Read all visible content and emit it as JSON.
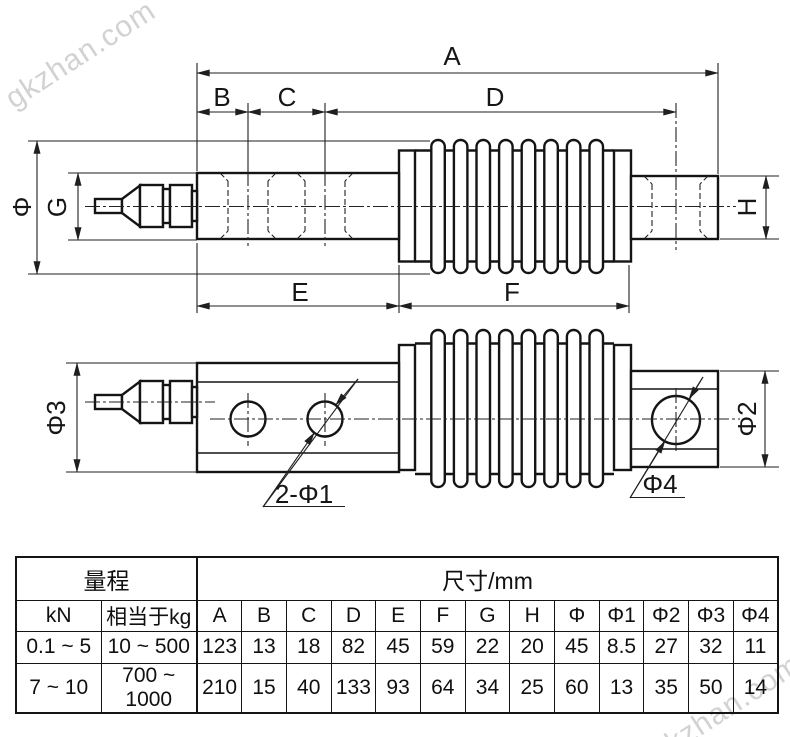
{
  "watermark": {
    "text": "gkzhan.com"
  },
  "drawing": {
    "side_view_labels": {
      "a": "A",
      "b": "B",
      "c": "C",
      "d": "D",
      "e": "E",
      "f": "F",
      "g": "G",
      "h": "H",
      "phi": "Φ"
    },
    "front_view_labels": {
      "phi3": "Φ3",
      "phi2": "Φ2",
      "phi4": "Φ4",
      "holes": "2-Φ1"
    }
  },
  "table": {
    "header": {
      "range": "量程",
      "size": "尺寸/mm"
    },
    "columns": [
      "kN",
      "相当于kg",
      "A",
      "B",
      "C",
      "D",
      "E",
      "F",
      "G",
      "H",
      "Φ",
      "Φ1",
      "Φ2",
      "Φ3",
      "Φ4"
    ],
    "rows": [
      [
        "0.1 ~ 5",
        "10 ~ 500",
        "123",
        "13",
        "18",
        "82",
        "45",
        "59",
        "22",
        "20",
        "45",
        "8.5",
        "27",
        "32",
        "11"
      ],
      [
        "7 ~ 10",
        "700 ~ 1000",
        "210",
        "15",
        "40",
        "133",
        "93",
        "64",
        "34",
        "25",
        "60",
        "13",
        "35",
        "50",
        "14"
      ]
    ]
  }
}
